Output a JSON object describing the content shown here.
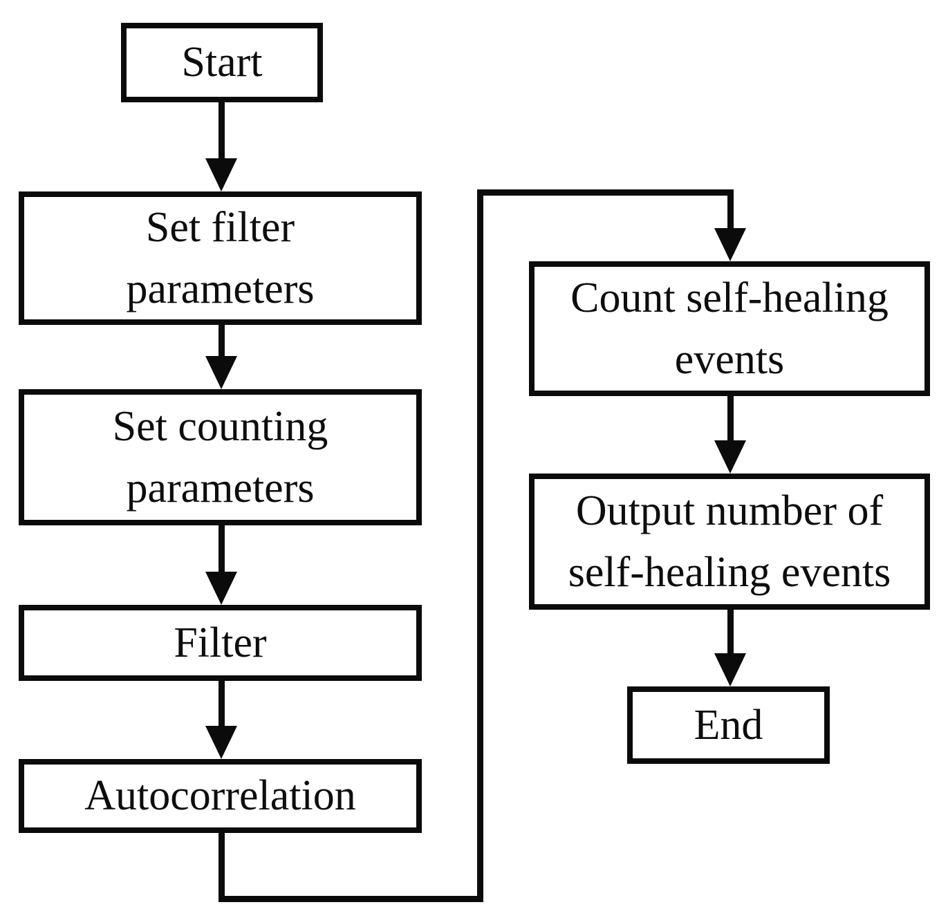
{
  "diagram": {
    "type": "flowchart",
    "background_color": "#ffffff",
    "stroke_color": "#0b0b0b",
    "text_color": "#0d0d0d",
    "nodes": {
      "start": {
        "label": "Start"
      },
      "set_filter": {
        "label": "Set filter\nparameters"
      },
      "set_counting": {
        "label": "Set counting\nparameters"
      },
      "filter": {
        "label": "Filter"
      },
      "autocorrelation": {
        "label": "Autocorrelation"
      },
      "count_events": {
        "label": "Count self-healing\nevents"
      },
      "output_events": {
        "label": "Output number of\nself-healing events"
      },
      "end": {
        "label": "End"
      }
    },
    "edges": [
      {
        "from": "start",
        "to": "set_filter"
      },
      {
        "from": "set_filter",
        "to": "set_counting"
      },
      {
        "from": "set_counting",
        "to": "filter"
      },
      {
        "from": "filter",
        "to": "autocorrelation"
      },
      {
        "from": "autocorrelation",
        "to": "count_events"
      },
      {
        "from": "count_events",
        "to": "output_events"
      },
      {
        "from": "output_events",
        "to": "end"
      }
    ]
  }
}
